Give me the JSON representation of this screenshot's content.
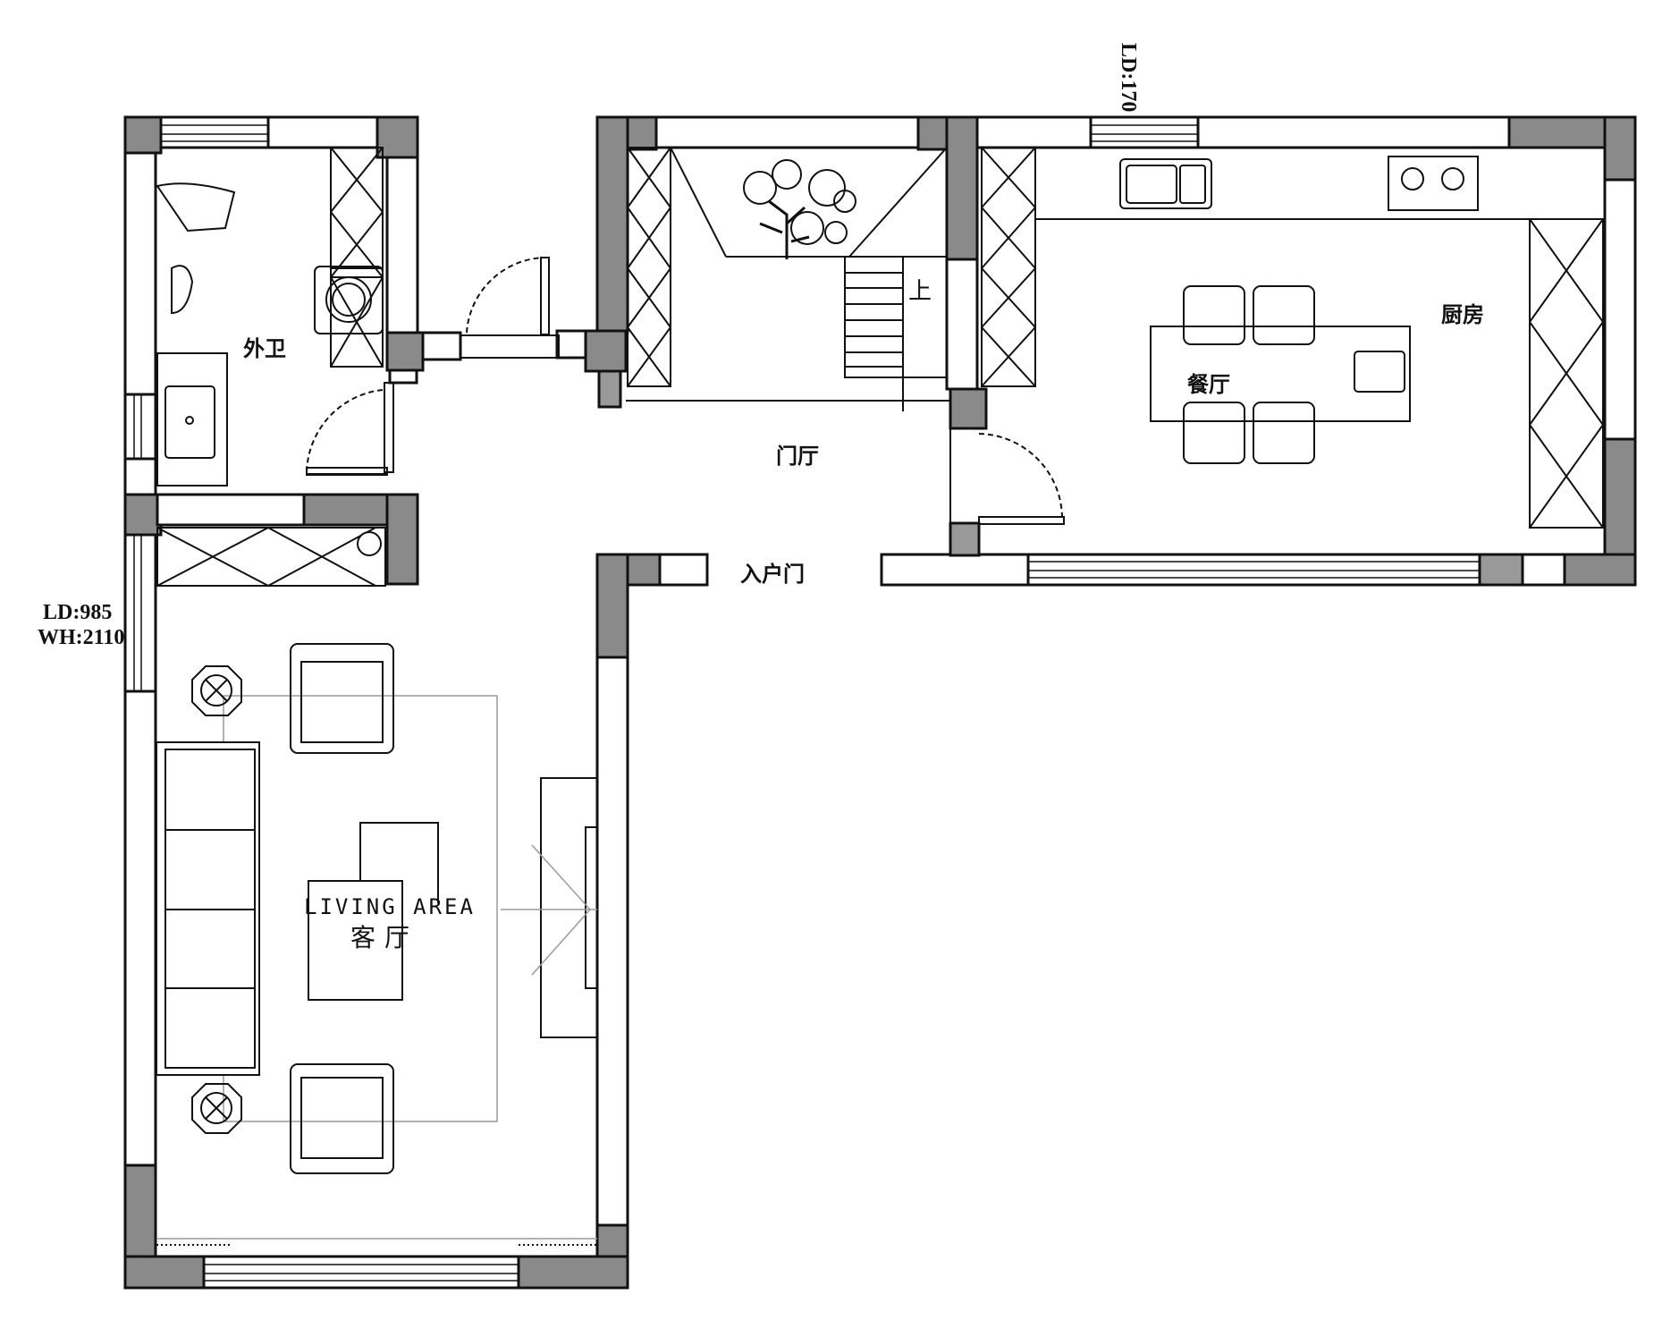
{
  "rooms": {
    "bathroom": "外卫",
    "foyer": "门厅",
    "entrance_door": "入户门",
    "dining": "餐厅",
    "kitchen": "厨房",
    "living_en": "LIVING AREA",
    "living_cn": "客厅"
  },
  "stair_label": "上",
  "dimensions": {
    "top_window": "LD:170",
    "left_window_ld": "LD:985",
    "left_window_wh": "WH:2110"
  },
  "colors": {
    "wall_fill": "#ffffff",
    "column_fill": "#8a8a8a",
    "line": "#111111",
    "light_line": "#9a9a9a"
  }
}
